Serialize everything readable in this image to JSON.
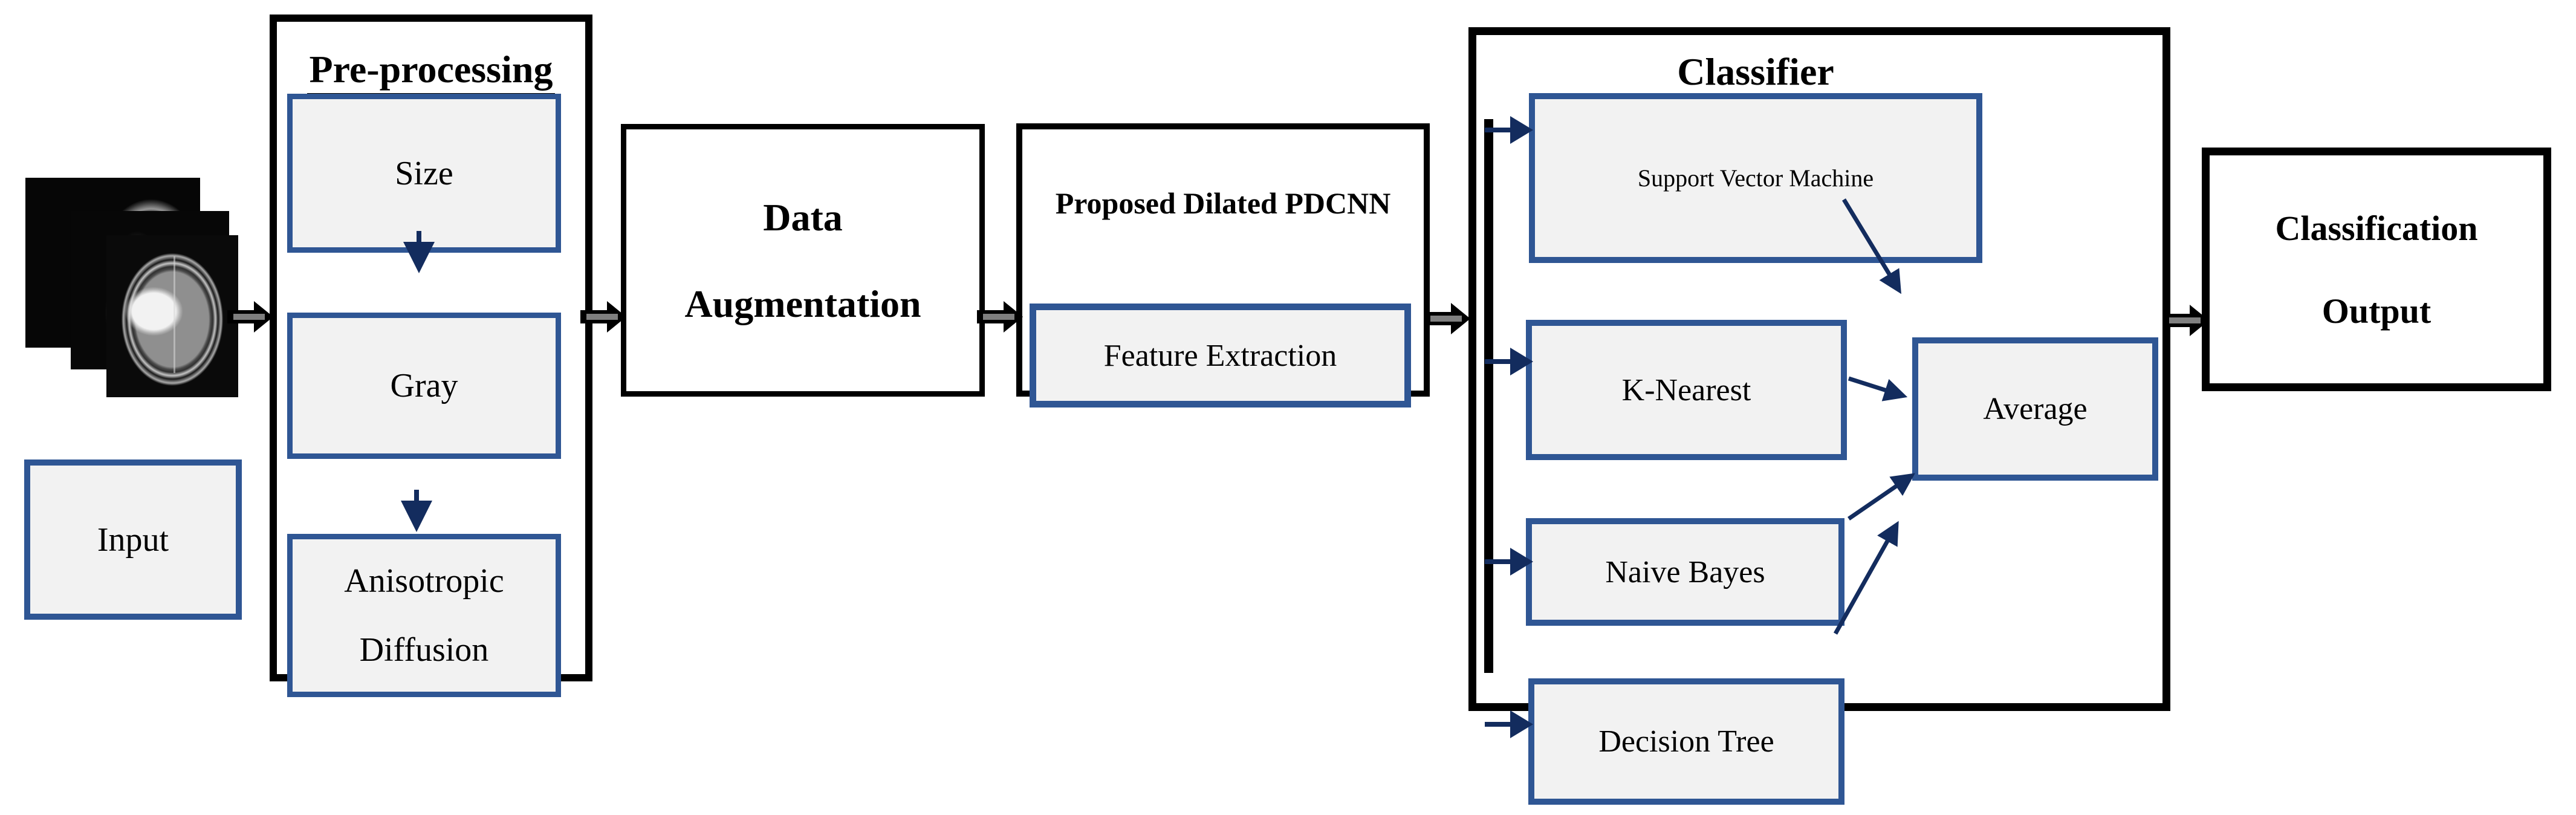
{
  "colors": {
    "accent_blue_border": "#2F5694",
    "navy_arrow": "#132C5E",
    "box_fill_gray": "#F2F2F2",
    "connector_gray": "#7F7F7F",
    "outline_black": "#000000"
  },
  "input_stage": {
    "label": "Input",
    "images_icon": "brain-mri-stack"
  },
  "preprocessing": {
    "title": "Pre-processing",
    "steps": {
      "size": "Size",
      "gray": "Gray",
      "anisotropic_line1": "Anisotropic",
      "anisotropic_line2": "Diffusion"
    }
  },
  "augmentation": {
    "line1": "Data",
    "line2": "Augmentation"
  },
  "pdcnn": {
    "title": "Proposed Dilated PDCNN",
    "feature_extraction": "Feature Extraction"
  },
  "classifier": {
    "title": "Classifier",
    "svm": "Support Vector Machine",
    "knn": "K-Nearest",
    "naive_bayes": "Naive Bayes",
    "decision_tree": "Decision Tree",
    "average": "Average"
  },
  "output": {
    "line1": "Classification",
    "line2": "Output"
  }
}
